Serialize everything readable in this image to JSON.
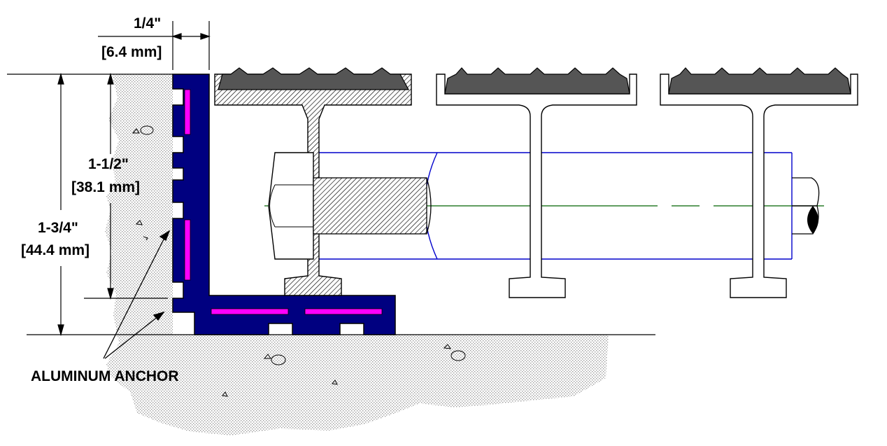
{
  "dimensions": {
    "width_in": "1/4\"",
    "width_mm": "[6.4 mm]",
    "inner_height_in": "1-1/2\"",
    "inner_height_mm": "[38.1 mm]",
    "total_height_in": "1-3/4\"",
    "total_height_mm": "[44.4 mm]"
  },
  "callouts": {
    "anchor_label": "ALUMINUM ANCHOR"
  },
  "colors": {
    "frame": "#000080",
    "insert": "#ff00ff",
    "bolt_axis": "#006400",
    "spacer_tube": "#0000cc",
    "tread": "#555555",
    "concrete_stipple": "#9a9a9a"
  }
}
